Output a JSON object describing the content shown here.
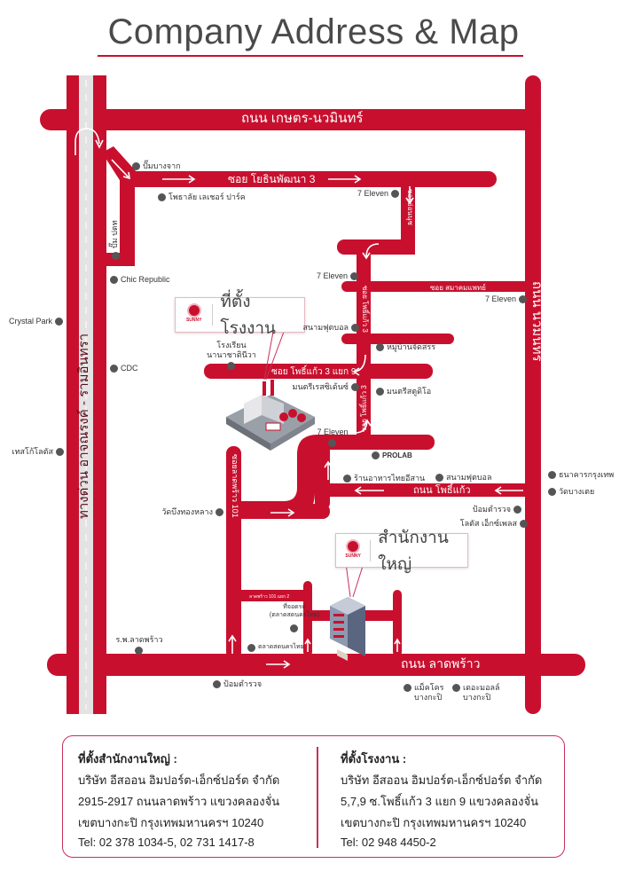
{
  "title": "Company Address & Map",
  "colors": {
    "road": "#c8102e",
    "text": "#4a4a4a",
    "border": "#c8305a"
  },
  "roads": {
    "kaset_nawamin": "ถนน เกษตร-นวมินทร์",
    "expressway": "ทางด่วน อาจณรงค์ - รามอินทรา",
    "nawamin": "ถนน นวมินทร์",
    "yothin_phatthana_3": "ซอย โยธินพัฒนา 3",
    "soi_on_nut": "ซอยอ่อนนุช",
    "soi_somkhom_phaet": "ซอย สมาคมแพทย์",
    "soi_phokaeo_3_top": "ซอย โพธิ์แก้ว 3",
    "soi_phokaeo_3_yaek_9": "ซอย โพธิ์แก้ว 3 แยก 9",
    "soi_phokaeo_3_bottom": "ซอย โพธิ์แก้ว 3",
    "phokaeo": "ถนน โพธิ์แก้ว",
    "soi_ladprao_101": "ซอยลาดพร้าว 101",
    "ladprao_101_yaek_2": "ลาดพร้าว 101 แยก 2",
    "ladprao": "ถนน ลาดพร้าว"
  },
  "landmarks": [
    "ปั๊มบางจาก",
    "โพธาลัย เลเชอร์ ปาร์ค",
    "7 Eleven",
    "ปั๊ม ปตท",
    "Chic Republic",
    "7 Eleven",
    "7 Eleven",
    "Crystal Park",
    "สนามฟุตบอล",
    "หมู่บ้านจัดสรร",
    "โรงเรียน\nนานาชาตินีวา",
    "CDC",
    "มนตรีเรสซิเด้นซ์",
    "มนตรีสตูดิโอ",
    "7 Eleven",
    "เทสโก้โลตัส",
    "PROLAB",
    "ร้านอาหารไทยอีสาน",
    "สนามฟุตบอล",
    "ธนาคารกรุงเทพ",
    "วัดบางเตย",
    "ป้อมตำรวจ",
    "โลตัส เอ็กซ์เพลส",
    "วัดบึงทองหลาง",
    "ที่จอดรถ\n(ตลาดสดนครไทย)",
    "ตลาดสดนครไทย",
    "ร.พ.ลาดพร้าว",
    "ป้อมตำรวจ",
    "แม็คโคร\nบางกะปิ",
    "เดอะมอลล์\nบางกะปิ"
  ],
  "callouts": {
    "factory": {
      "label": "ที่ตั้งโรงงาน",
      "logo": "SUNNY"
    },
    "head_office": {
      "label": "สำนักงานใหญ่",
      "logo": "SUNNY"
    }
  },
  "address": {
    "head_office": {
      "heading": "ที่ตั้งสำนักงานใหญ่ :",
      "company": "บริษัท อีสออน อิมปอร์ต-เอ็กซ์ปอร์ต จำกัด",
      "line1": "2915-2917 ถนนลาดพร้าว แขวงคลองจั่น",
      "line2": "เขตบางกะปิ กรุงเทพมหานครฯ 10240",
      "tel": "Tel: 02 378 1034-5, 02 731 1417-8"
    },
    "factory": {
      "heading": "ที่ตั้งโรงงาน :",
      "company": "บริษัท อีสออน อิมปอร์ต-เอ็กซ์ปอร์ต จำกัด",
      "line1": "5,7,9 ซ.โพธิ์แก้ว 3 แยก 9 แขวงคลองจั่น",
      "line2": "เขตบางกะปิ กรุงเทพมหานครฯ 10240",
      "tel": "Tel: 02 948 4450-2"
    }
  }
}
